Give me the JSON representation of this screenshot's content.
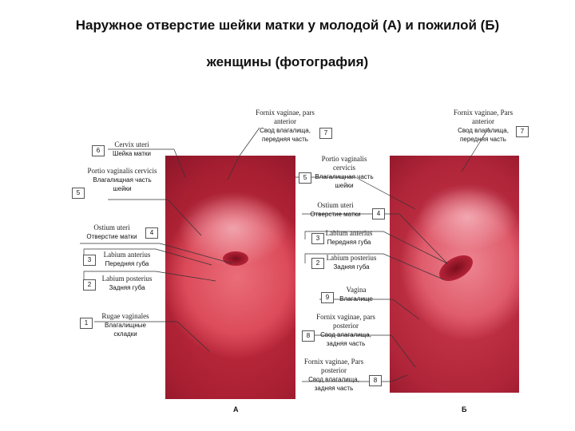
{
  "title_line1": "Наружное отверстие шейки матки у молодой (А) и пожилой (Б)",
  "title_line2": "женщины (фотография)",
  "panel_a": {
    "letter": "А",
    "labels": [
      {
        "num": "7",
        "lat": "Fornix vaginae, pars anterior",
        "ru": "Свод влагалища, передняя часть"
      },
      {
        "num": "6",
        "lat": "Cervix uteri",
        "ru": "Шейка матки"
      },
      {
        "num": "5",
        "lat": "Portio vaginalis cervicis",
        "ru": "Влагалищная часть шейки"
      },
      {
        "num": "4",
        "lat": "Ostium uteri",
        "ru": "Отверстие матки"
      },
      {
        "num": "3",
        "lat": "Labium anterius",
        "ru": "Передняя губа"
      },
      {
        "num": "2",
        "lat": "Labium posterius",
        "ru": "Задняя губа"
      },
      {
        "num": "1",
        "lat": "Rugae vaginales",
        "ru": "Влагалищные складки"
      }
    ]
  },
  "panel_b": {
    "letter": "Б",
    "labels": [
      {
        "num": "7",
        "lat": "Fornix vaginae, Pars anterior",
        "ru": "Свод влагалища, передняя часть"
      },
      {
        "num": "5",
        "lat": "Portio vaginalis cervicis",
        "ru": "Влагалищная часть шейки"
      },
      {
        "num": "4",
        "lat": "Ostium uteri",
        "ru": "Отверстие матки"
      },
      {
        "num": "3",
        "lat": "Labium anterius",
        "ru": "Передняя губа"
      },
      {
        "num": "2",
        "lat": "Labium posterius",
        "ru": "Задняя губа"
      },
      {
        "num": "9",
        "lat": "Vagina",
        "ru": "Влагалище"
      },
      {
        "num": "8",
        "lat": "Fornix vaginae, pars posterior",
        "ru": "Свод влагалища, задняя часть"
      },
      {
        "num": "8",
        "lat": "Fornix vaginae, Pars posterior",
        "ru": "Свод влагалища, задняя часть"
      }
    ]
  }
}
